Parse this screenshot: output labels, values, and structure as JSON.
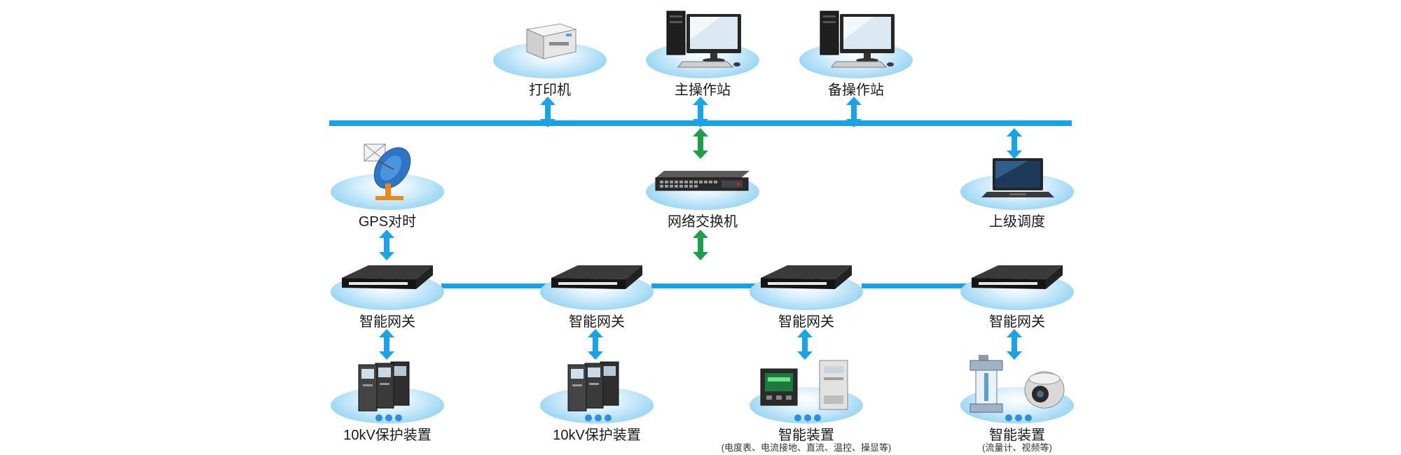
{
  "nodes": {
    "printer": {
      "label": "打印机",
      "icon": "printer-icon"
    },
    "main_station": {
      "label": "主操作站",
      "icon": "desktop-computer-icon"
    },
    "backup_station": {
      "label": "备操作站",
      "icon": "desktop-computer-icon"
    },
    "gps": {
      "label": "GPS对时",
      "icon": "satellite-dish-icon"
    },
    "switch": {
      "label": "网络交换机",
      "icon": "network-switch-icon"
    },
    "dispatch": {
      "label": "上级调度",
      "icon": "laptop-icon"
    },
    "gateways": [
      {
        "label": "智能网关"
      },
      {
        "label": "智能网关"
      },
      {
        "label": "智能网关"
      },
      {
        "label": "智能网关"
      }
    ],
    "devices": [
      {
        "label": "10kV保护装置",
        "sublabel": ""
      },
      {
        "label": "10kV保护装置",
        "sublabel": ""
      },
      {
        "label": "智能装置",
        "sublabel": "(电度表、电流接地、直流、温控、操显等)"
      },
      {
        "label": "智能装置",
        "sublabel": "(流量计、视频等)"
      }
    ]
  },
  "colors": {
    "bus": "#12a3ea",
    "arrow_blue": "#1aa3e8",
    "arrow_green": "#1e9e4a",
    "disc": "#9fd8f5",
    "indicator_dots": "#2a8fe0"
  }
}
